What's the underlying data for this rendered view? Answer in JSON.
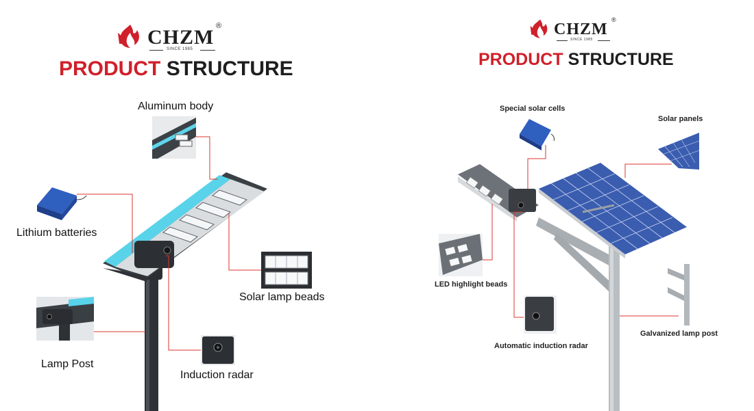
{
  "left": {
    "logo": {
      "brand": "CHZM",
      "registered": "®",
      "since": "SINCE 1985",
      "icon": "flame-logo-icon"
    },
    "title": {
      "red": "PRODUCT",
      "dark": "STRUCTURE"
    },
    "labels": {
      "aluminum_body": "Aluminum body",
      "lithium_batteries": "Lithium batteries",
      "solar_lamp_beads": "Solar lamp beads",
      "lamp_post": "Lamp Post",
      "induction_radar": "Induction radar"
    }
  },
  "right": {
    "logo": {
      "brand": "CHZM",
      "registered": "®",
      "since": "SINCE 1985",
      "icon": "flame-logo-icon"
    },
    "title": {
      "red": "PRODUCT",
      "dark": "STRUCTURE"
    },
    "labels": {
      "special_solar_cells": "Special solar cells",
      "solar_panels": "Solar panels",
      "led_highlight_beads": "LED highlight beads",
      "automatic_induction_radar": "Automatic induction radar",
      "galvanized_lamp_post": "Galvanized lamp post"
    }
  },
  "colors": {
    "brand_red": "#d0202a",
    "callout_line": "#d9362f",
    "accent_cyan": "#3ec7e0"
  }
}
